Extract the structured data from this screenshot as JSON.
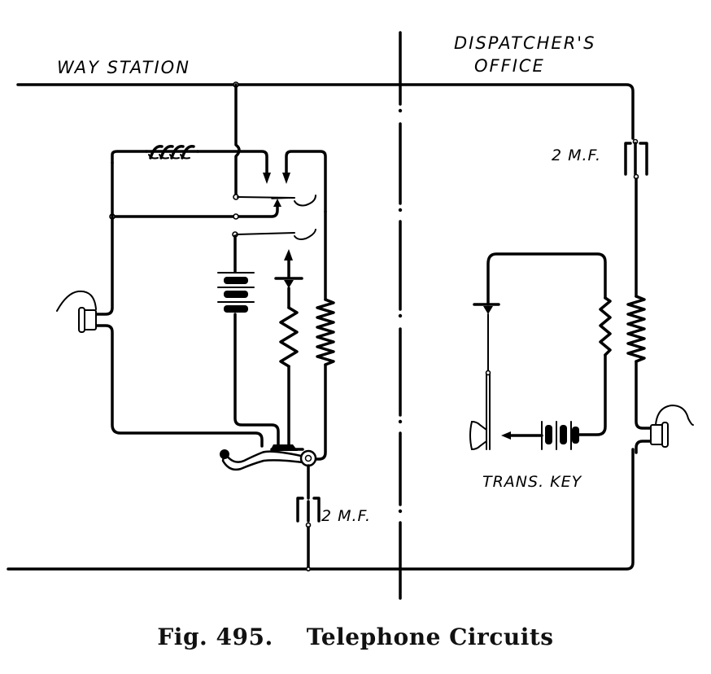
{
  "figure": {
    "number_label": "Fig. 495.",
    "title": "Telephone Circuits"
  },
  "sections": {
    "left": "WAY STATION",
    "right_line1": "DISPATCHER'S",
    "right_line2": "OFFICE"
  },
  "components": {
    "way_station_condenser": "2 M.F.",
    "dispatcher_condenser": "2 M.F.",
    "transmitter_key": "TRANS. KEY"
  },
  "colors": {
    "ink": "#000000",
    "paper": "#ffffff"
  }
}
